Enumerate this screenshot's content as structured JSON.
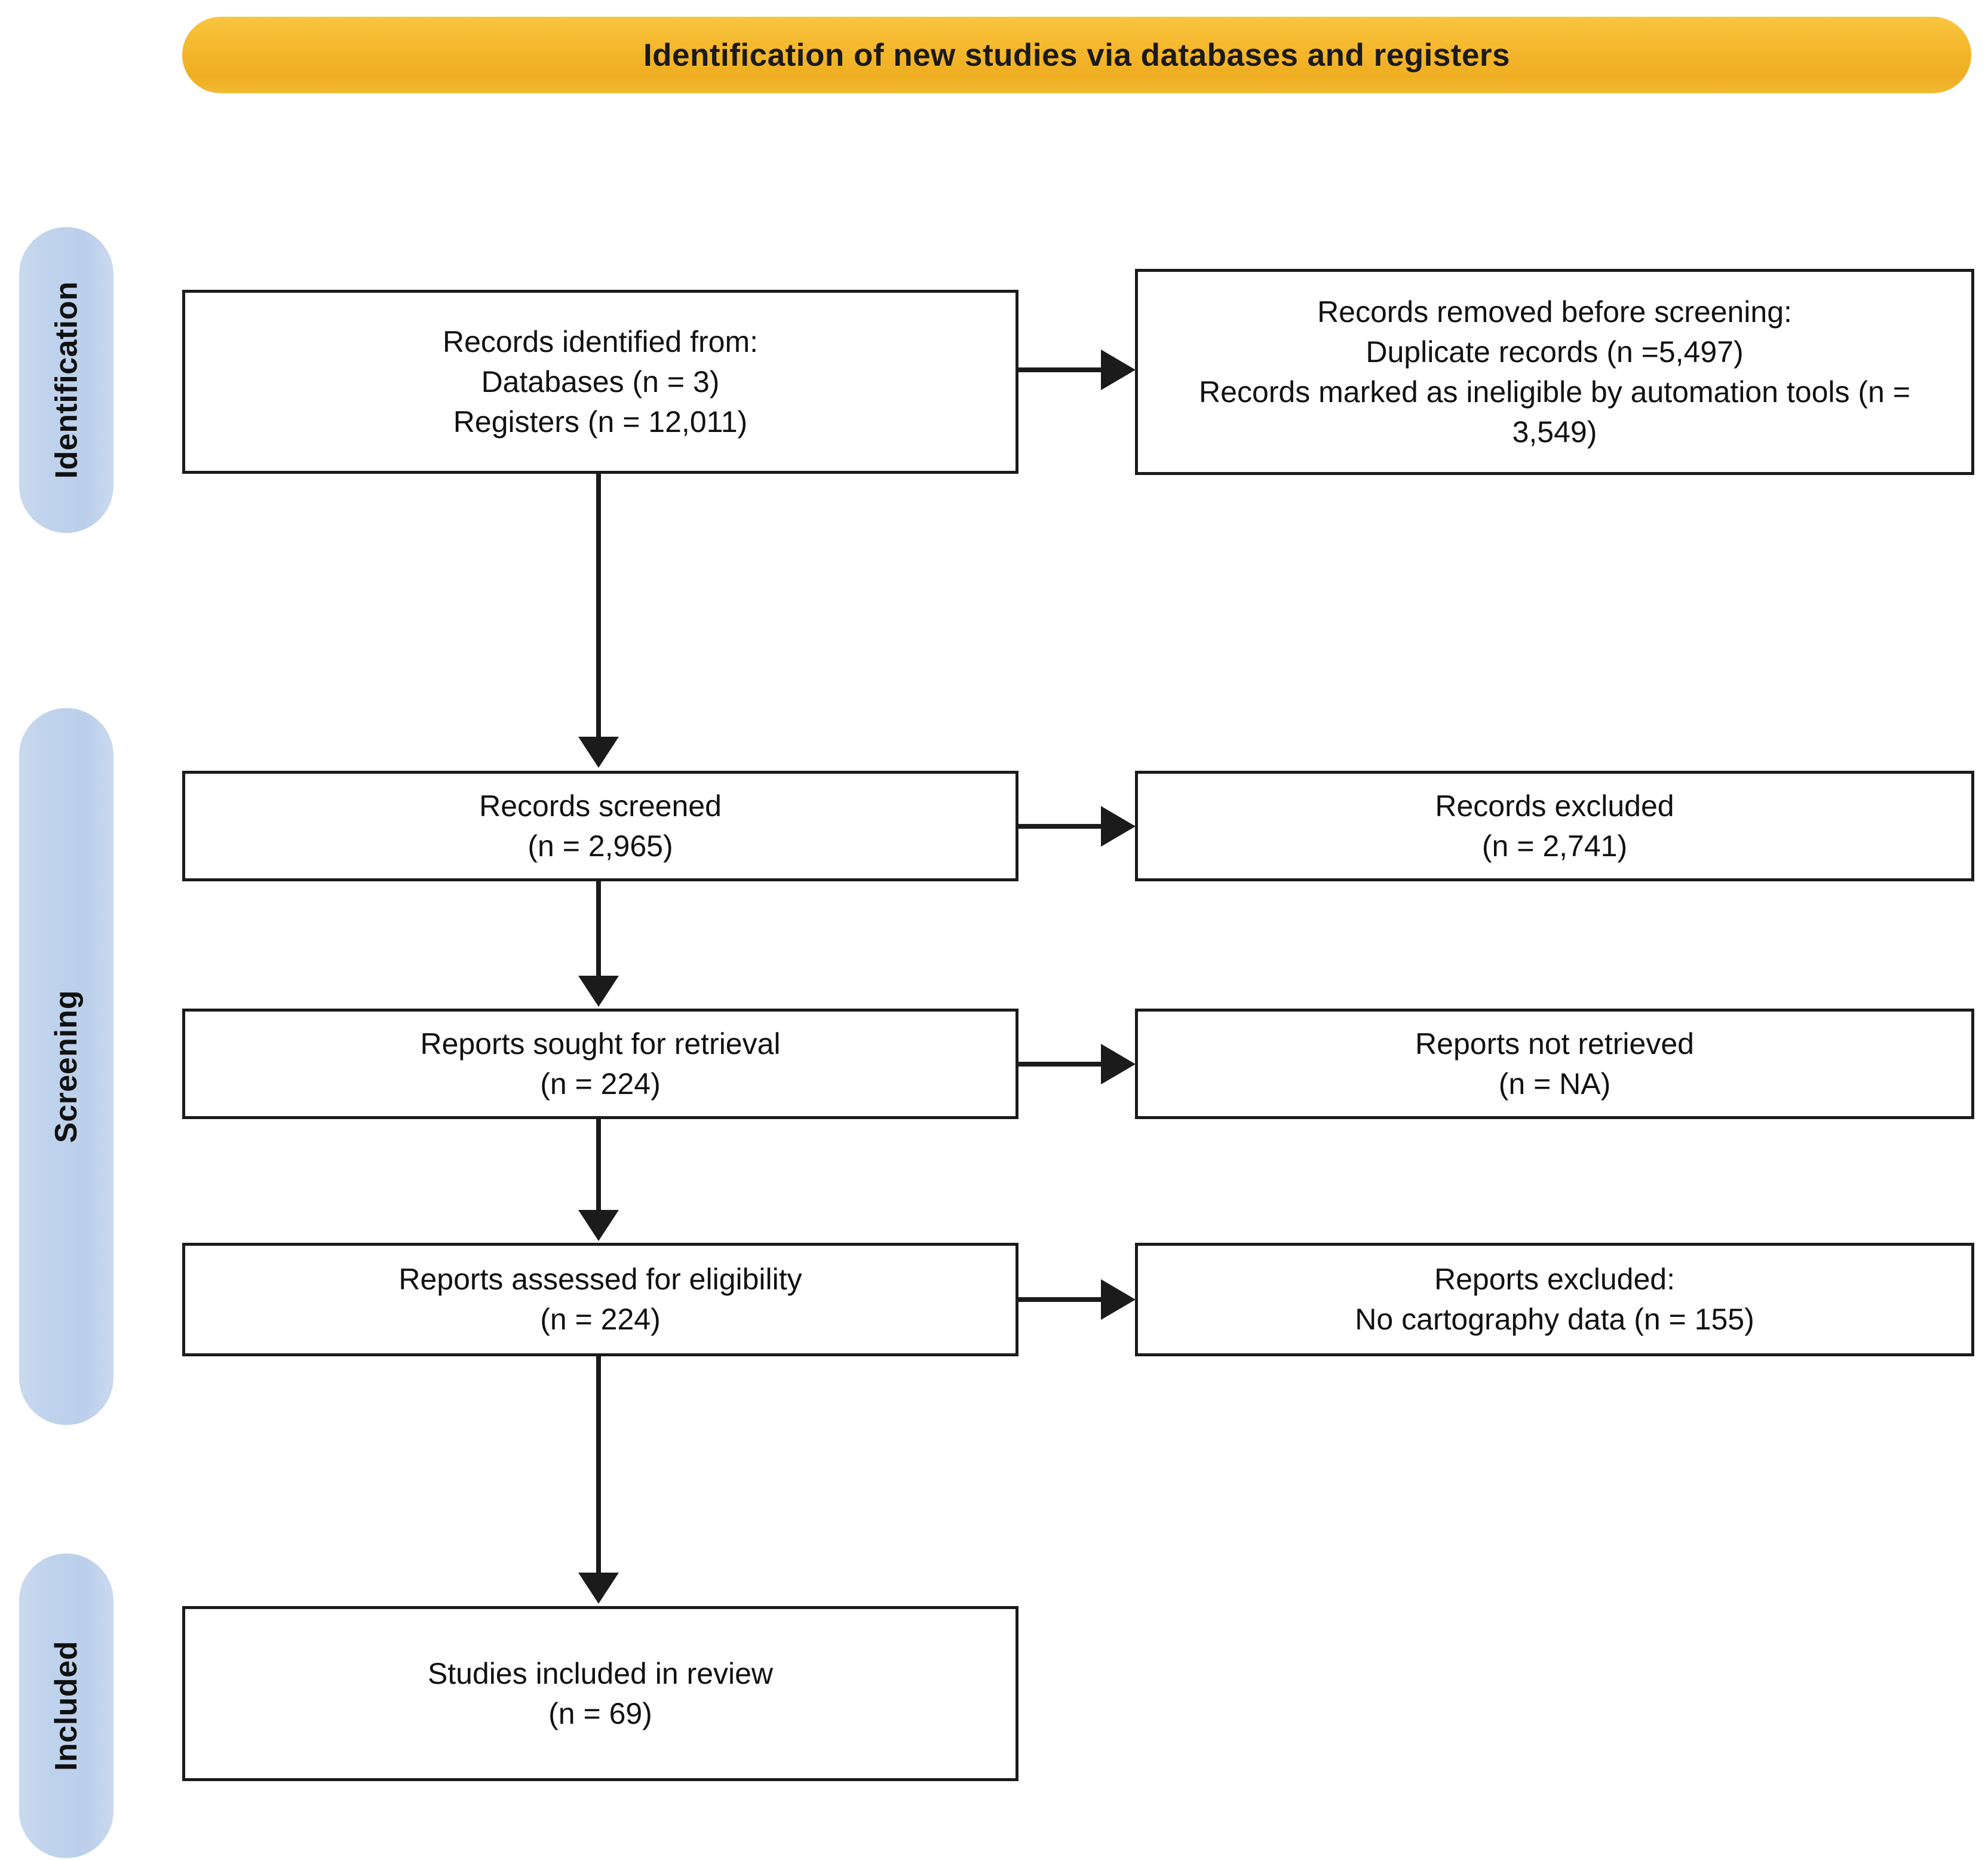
{
  "banner": {
    "title": "Identification of new studies via databases and registers",
    "color": "#F5B82E"
  },
  "stages": {
    "color": "#BED2EC",
    "identification": "Identification",
    "screening": "Screening",
    "included": "Included"
  },
  "boxes": {
    "identified": "Records identified from:\nDatabases (n = 3)\nRegisters (n = 12,011)",
    "removed": "Records removed before screening:\nDuplicate records (n =5,497)\nRecords marked as ineligible by automation tools (n = 3,549)",
    "screened": "Records screened\n(n = 2,965)",
    "excluded": "Records excluded\n(n = 2,741)",
    "sought": "Reports sought for retrieval\n(n = 224)",
    "not_retrieved": "Reports not retrieved\n(n = NA)",
    "assessed": "Reports assessed for eligibility\n(n = 224)",
    "reports_excluded": "Reports excluded:\nNo cartography data (n =  155)",
    "included": "Studies included in review\n(n = 69)"
  },
  "chart_data": {
    "type": "diagram",
    "title": "Identification of new studies via databases and registers",
    "nodes": [
      {
        "id": "identified",
        "stage": "Identification",
        "column": "left",
        "label": "Records identified from:",
        "counts": [
          {
            "source": "Databases",
            "n": 3
          },
          {
            "source": "Registers",
            "n": 12011
          }
        ]
      },
      {
        "id": "removed",
        "stage": "Identification",
        "column": "right",
        "label": "Records removed before screening:",
        "counts": [
          {
            "source": "Duplicate records",
            "n": 5497
          },
          {
            "source": "Records marked as ineligible by automation tools",
            "n": 3549
          }
        ]
      },
      {
        "id": "screened",
        "stage": "Screening",
        "column": "left",
        "label": "Records screened",
        "n": 2965
      },
      {
        "id": "excluded",
        "stage": "Screening",
        "column": "right",
        "label": "Records excluded",
        "n": 2741
      },
      {
        "id": "sought",
        "stage": "Screening",
        "column": "left",
        "label": "Reports sought for retrieval",
        "n": 224
      },
      {
        "id": "not_retrieved",
        "stage": "Screening",
        "column": "right",
        "label": "Reports not retrieved",
        "n": "NA"
      },
      {
        "id": "assessed",
        "stage": "Screening",
        "column": "left",
        "label": "Reports assessed for eligibility",
        "n": 224
      },
      {
        "id": "reports_excluded",
        "stage": "Screening",
        "column": "right",
        "label": "Reports excluded: No cartography data",
        "n": 155
      },
      {
        "id": "included",
        "stage": "Included",
        "column": "left",
        "label": "Studies included in review",
        "n": 69
      }
    ],
    "edges": [
      {
        "from": "identified",
        "to": "removed",
        "direction": "right"
      },
      {
        "from": "identified",
        "to": "screened",
        "direction": "down"
      },
      {
        "from": "screened",
        "to": "excluded",
        "direction": "right"
      },
      {
        "from": "screened",
        "to": "sought",
        "direction": "down"
      },
      {
        "from": "sought",
        "to": "not_retrieved",
        "direction": "right"
      },
      {
        "from": "sought",
        "to": "assessed",
        "direction": "down"
      },
      {
        "from": "assessed",
        "to": "reports_excluded",
        "direction": "right"
      },
      {
        "from": "assessed",
        "to": "included",
        "direction": "down"
      }
    ]
  }
}
